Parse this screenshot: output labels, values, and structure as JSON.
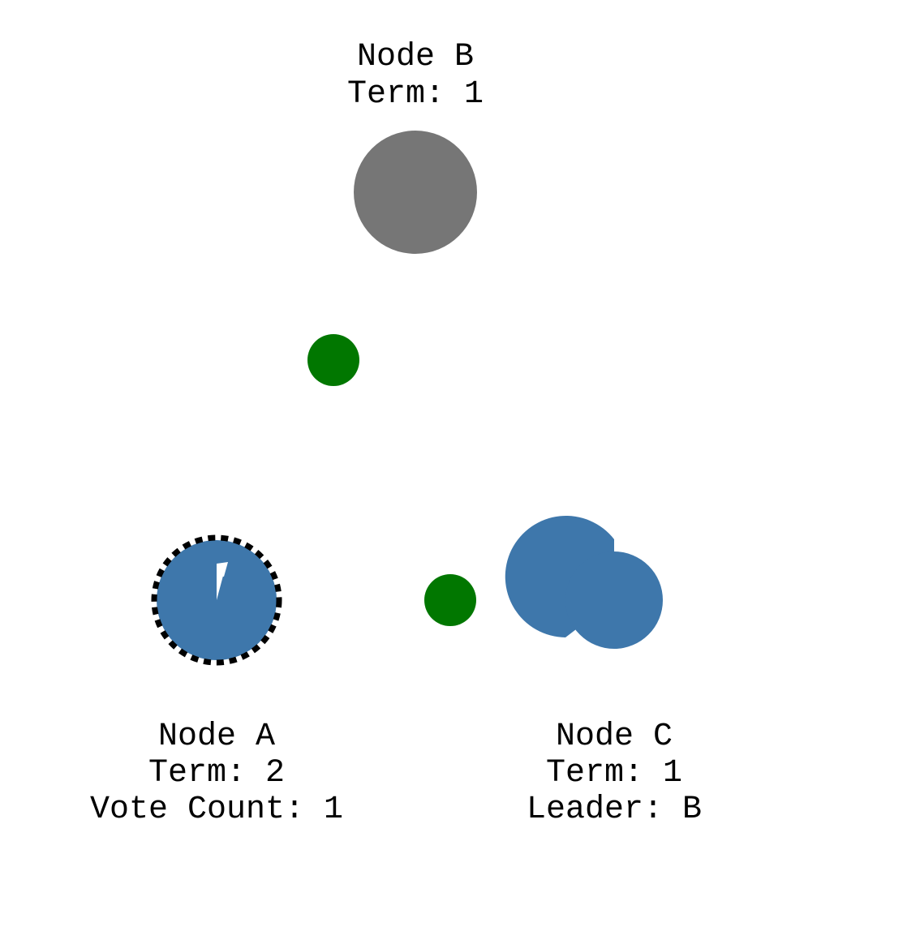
{
  "colors": {
    "node_active": "#3e77ab",
    "node_inactive": "#767676",
    "message": "#017700",
    "candidate_ring": "#000000",
    "background": "#ffffff"
  },
  "nodes": {
    "a": {
      "name": "Node A",
      "term": "Term: 2",
      "extra": "Vote Count: 1",
      "state": "candidate",
      "timer_remaining": 0.97
    },
    "b": {
      "name": "Node B",
      "term": "Term: 1",
      "state": "stopped"
    },
    "c": {
      "name": "Node C",
      "term": "Term: 1",
      "extra": "Leader: B",
      "state": "follower",
      "timer_remaining": 0.89
    }
  },
  "messages": [
    {
      "from": "A",
      "to": "B"
    },
    {
      "from": "A",
      "to": "C"
    }
  ]
}
